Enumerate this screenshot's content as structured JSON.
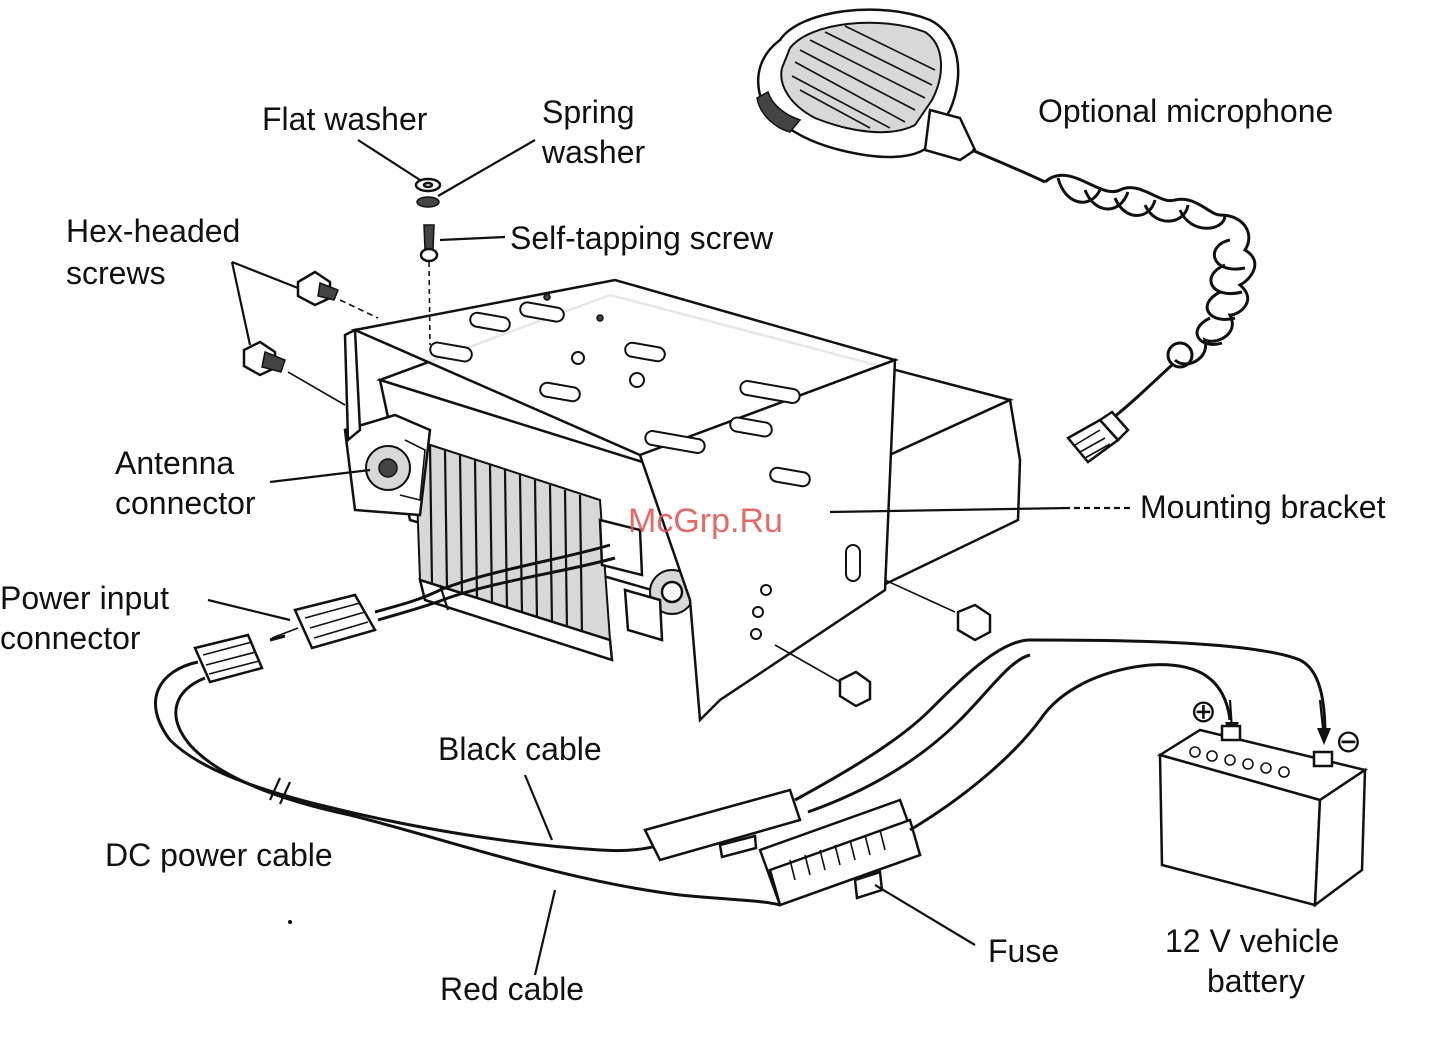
{
  "labels": {
    "flat_washer": "Flat washer",
    "spring_washer_1": "Spring",
    "spring_washer_2": "washer",
    "self_tapping_screw": "Self-tapping screw",
    "hex_screws_1": "Hex-headed",
    "hex_screws_2": "screws",
    "optional_microphone": "Optional microphone",
    "antenna_connector_1": "Antenna",
    "antenna_connector_2": "connector",
    "mounting_bracket": "Mounting bracket",
    "power_input_1": "Power input",
    "power_input_2": "connector",
    "black_cable": "Black cable",
    "dc_power_cable": "DC power cable",
    "red_cable": "Red cable",
    "fuse": "Fuse",
    "battery_1": "12 V vehicle",
    "battery_2": "battery",
    "plus_symbol": "⊕",
    "minus_symbol": "⊖"
  },
  "watermark": "McGrp.Ru",
  "colors": {
    "line": "#111111",
    "background": "#ffffff",
    "watermark": "#e05050"
  }
}
